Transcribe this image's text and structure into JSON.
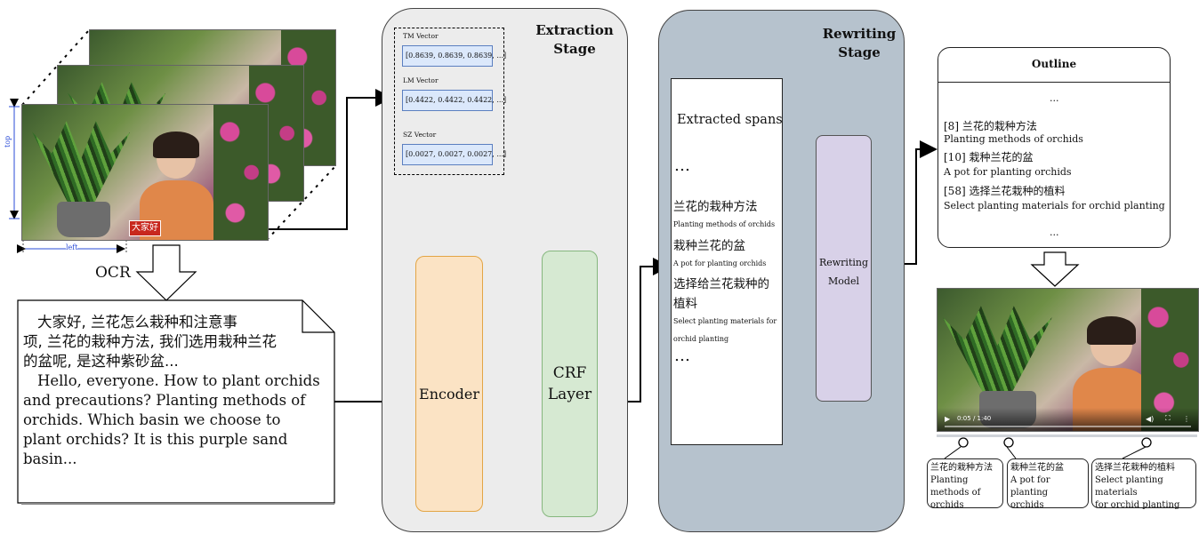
{
  "video": {
    "subtitle_tag": "大家好",
    "top_label": "top",
    "left_label": "left",
    "player_time": "0:05 / 1:40"
  },
  "ocr": {
    "label": "OCR",
    "cn_lines": [
      "大家好, 兰花怎么栽种和注意事",
      "项, 兰花的栽种方法, 我们选用栽种兰花",
      "的盆呢, 是这种紫砂盆..."
    ],
    "en_lines": [
      "Hello, everyone. How to plant orchids",
      "and precautions? Planting methods of",
      "orchids. Which basin we choose to",
      "plant orchids? It is  this purple sand",
      "basin..."
    ]
  },
  "extraction": {
    "title_line1": "Extraction",
    "title_line2": "Stage",
    "vectors": [
      {
        "name": "TM Vector",
        "value": "[0.8639, 0.8639, 0.8639, ...]"
      },
      {
        "name": "LM Vector",
        "value": "[0.4422, 0.4422, 0.4422, ...]"
      },
      {
        "name": "SZ Vector",
        "value": "[0.0027, 0.0027, 0.0027, ...]"
      }
    ],
    "encoder": "Encoder",
    "crf_line1": "CRF",
    "crf_line2": "Layer"
  },
  "rewriting": {
    "title_line1": "Rewriting",
    "title_line2": "Stage",
    "spans_title": "Extracted spans",
    "ellipsis": "…",
    "spans": [
      {
        "cn": "兰花的栽种方法",
        "en": "Planting methods of orchids"
      },
      {
        "cn": "栽种兰花的盆",
        "en": "A pot for planting orchids"
      },
      {
        "cn_line1": "选择给兰花栽种的",
        "cn_line2": "植料",
        "en_line1": "Select planting materials for",
        "en_line2": "orchid planting"
      }
    ],
    "model_line1": "Rewriting",
    "model_line2": "Model"
  },
  "outline": {
    "title": "Outline",
    "ellipsis": "...",
    "items": [
      {
        "index": "[8]",
        "cn": "兰花的栽种方法",
        "en": "Planting methods of orchids"
      },
      {
        "index": "[10]",
        "cn": "栽种兰花的盆",
        "en": "A pot for planting orchids"
      },
      {
        "index": "[58]",
        "cn": "选择兰花栽种的植料",
        "en": "Select planting materials for orchid planting"
      }
    ]
  },
  "callouts": [
    {
      "cn": "兰花的栽种方法",
      "en_line1": "Planting methods of",
      "en_line2": "orchids"
    },
    {
      "cn": "栽种兰花的盆",
      "en_line1": "A pot for planting",
      "en_line2": "orchids"
    },
    {
      "cn": "选择兰花栽种的植料",
      "en_line1": "Select planting materials",
      "en_line2": "for orchid planting"
    }
  ]
}
